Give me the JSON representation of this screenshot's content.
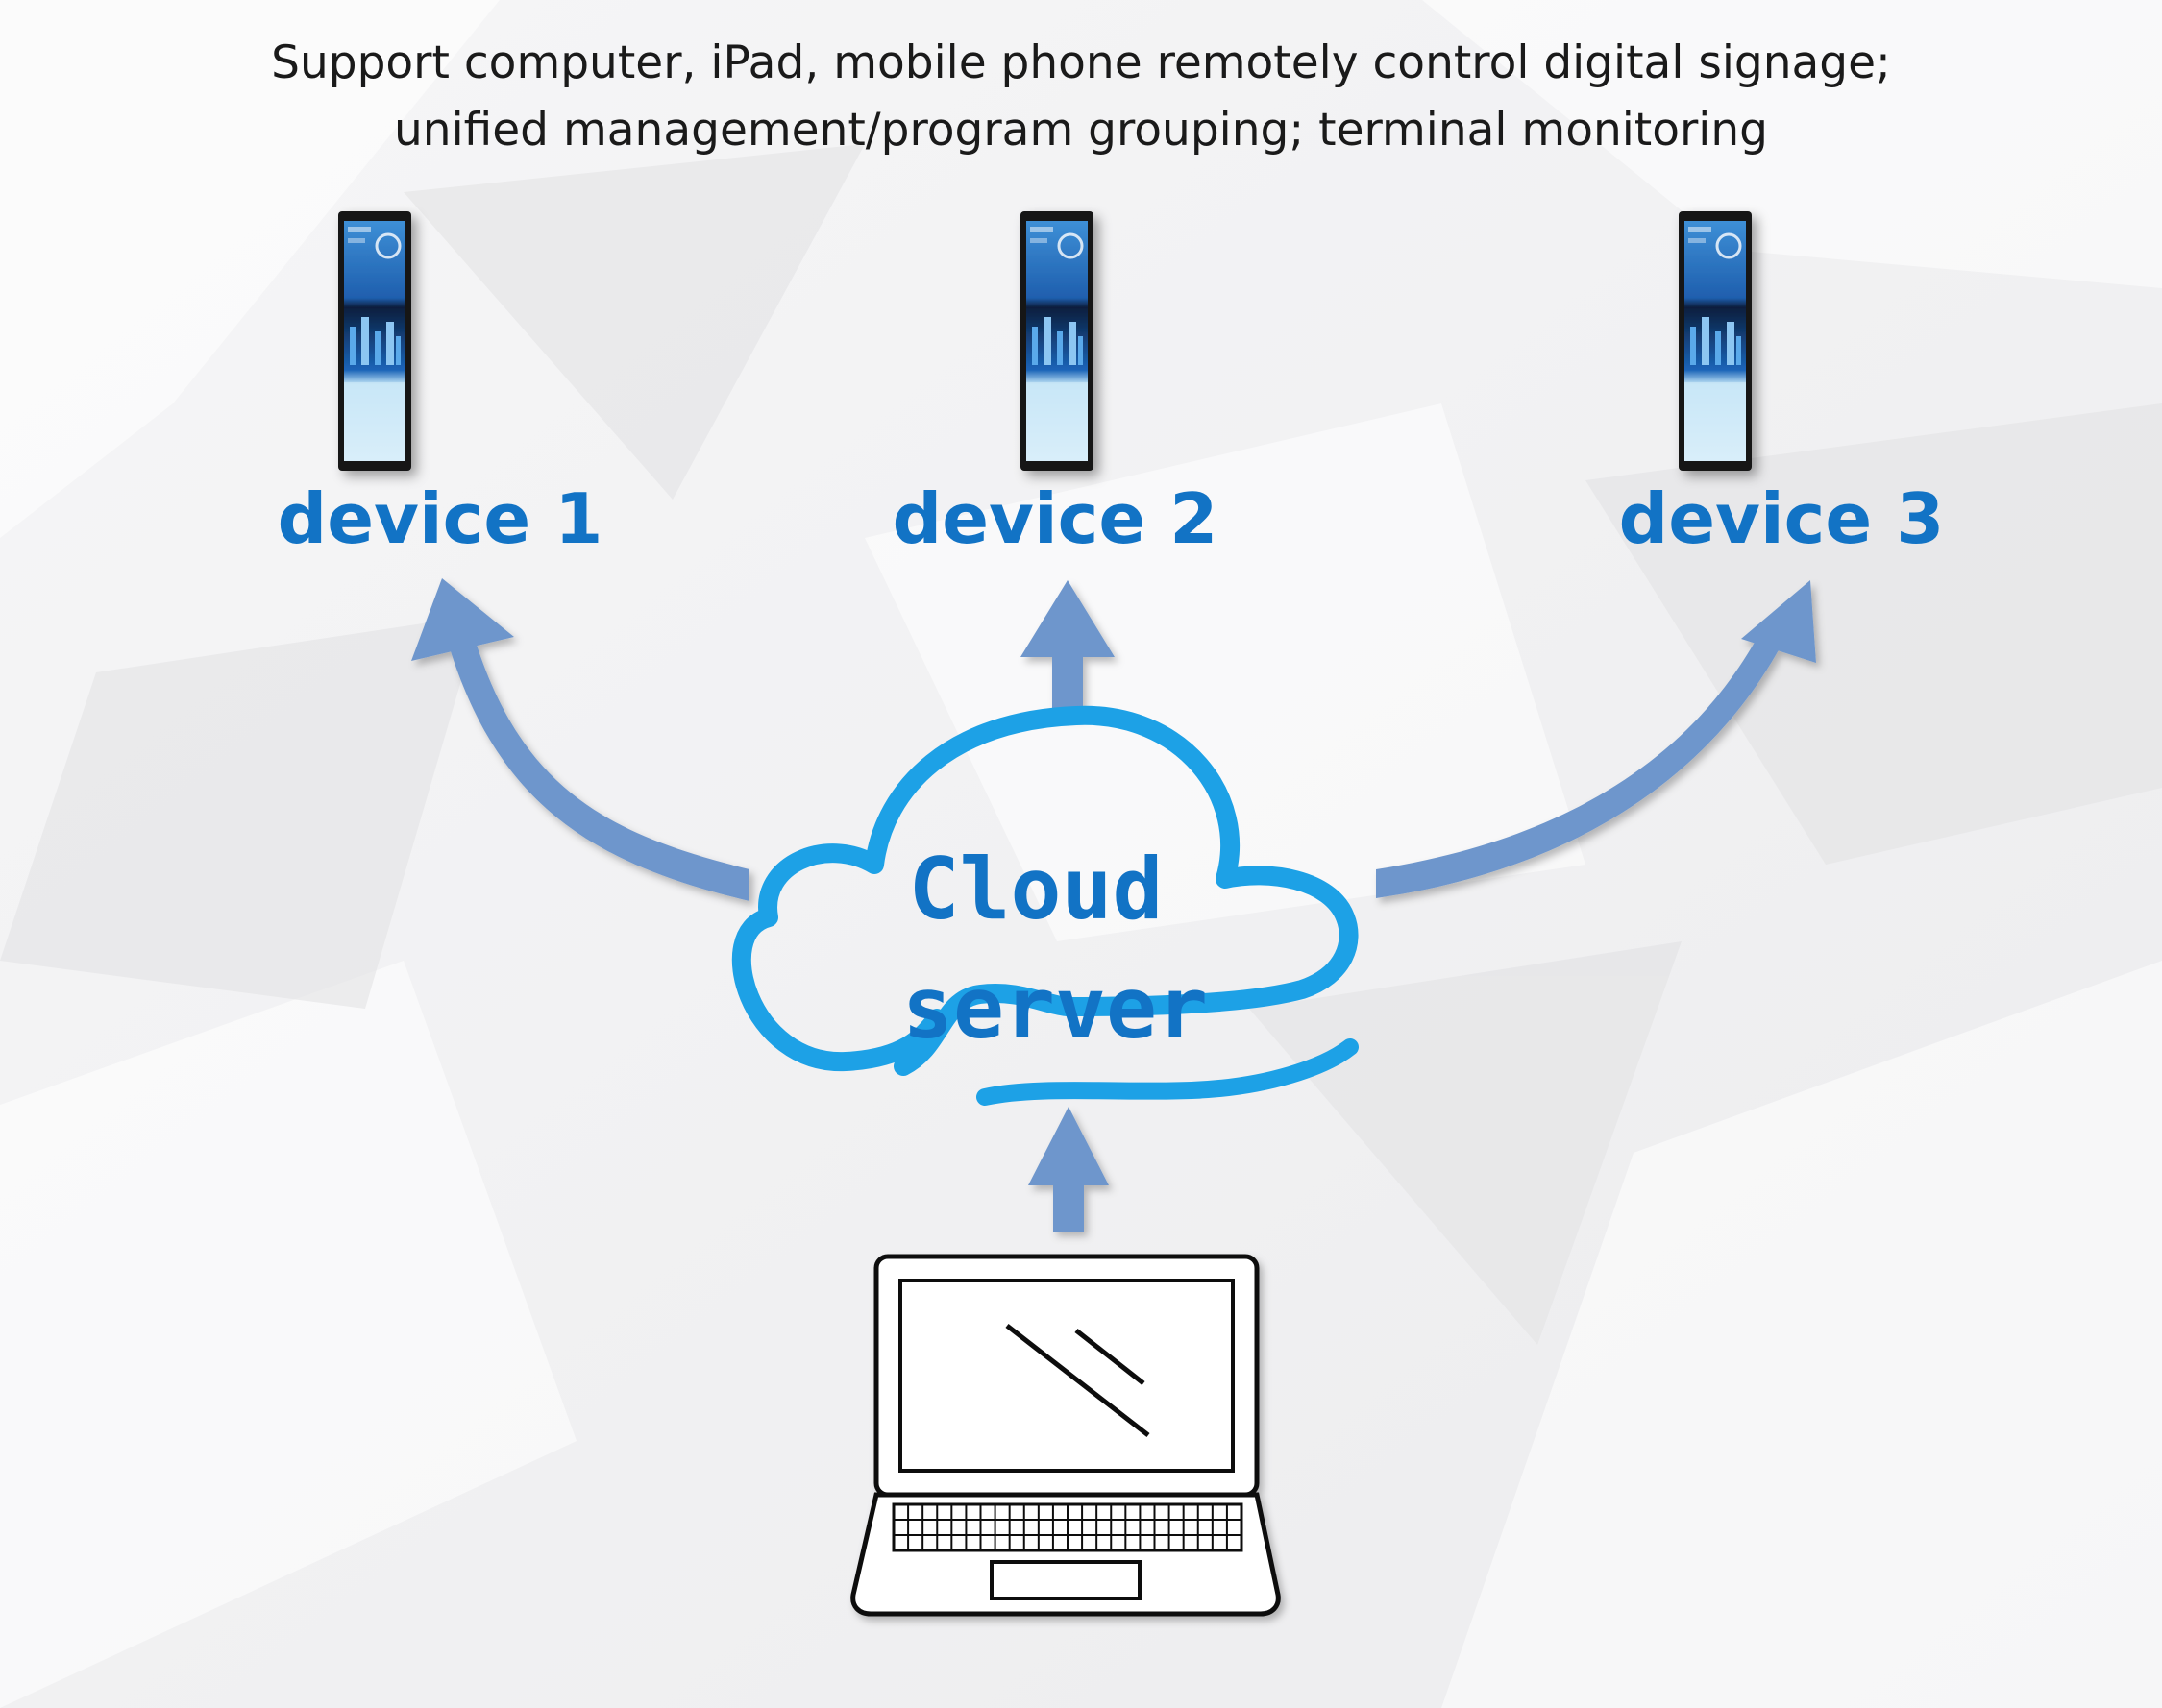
{
  "caption": {
    "line1": "Support computer, iPad, mobile phone  remotely control digital signage;",
    "line2": "unified management/program grouping; terminal monitoring"
  },
  "devices": [
    {
      "label": "device 1"
    },
    {
      "label": "device 2"
    },
    {
      "label": "device 3"
    }
  ],
  "cloud": {
    "line1": "Cloud",
    "line2": "server"
  },
  "icons": {
    "device": "vertical-digital-signage-icon",
    "cloud": "cloud-icon",
    "computer": "laptop-icon",
    "arrow": "curved-arrow-icon"
  },
  "colors": {
    "label_blue": "#1273c5",
    "cloud_stroke": "#1da1e6",
    "arrow_blue": "#6e96cc",
    "laptop_stroke": "#111111"
  }
}
